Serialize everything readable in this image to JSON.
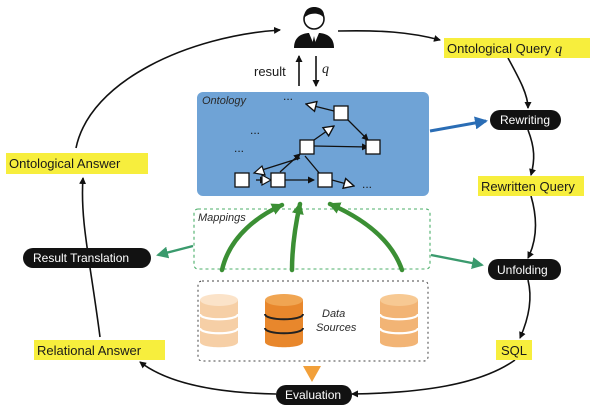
{
  "labels": {
    "ontological_query": "Ontological Query",
    "query_var": "q",
    "rewriting": "Rewriting",
    "rewritten_query": "Rewritten Query",
    "unfolding": "Unfolding",
    "sql": "SQL",
    "evaluation": "Evaluation",
    "relational_answer": "Relational Answer",
    "result_translation": "Result Translation",
    "ontological_answer": "Ontological Answer",
    "result": "result",
    "ontology": "Ontology",
    "mappings": "Mappings",
    "data_sources_line1": "Data",
    "data_sources_line2": "Sources",
    "ellipsis": "..."
  },
  "icons": {
    "user": "user-icon",
    "database": "database-icon"
  },
  "colors": {
    "highlight_yellow": "#f7ee3d",
    "pill_black": "#121212",
    "ontology_blue": "#6fa3d6",
    "mapping_green": "#3b8f34",
    "result_arrow_green": "#3a9a6d",
    "rewriting_arrow_blue": "#2a6db5",
    "evaluation_orange": "#f2a03a",
    "db_light": "#f6cfa6",
    "db_dark": "#e8872c"
  }
}
